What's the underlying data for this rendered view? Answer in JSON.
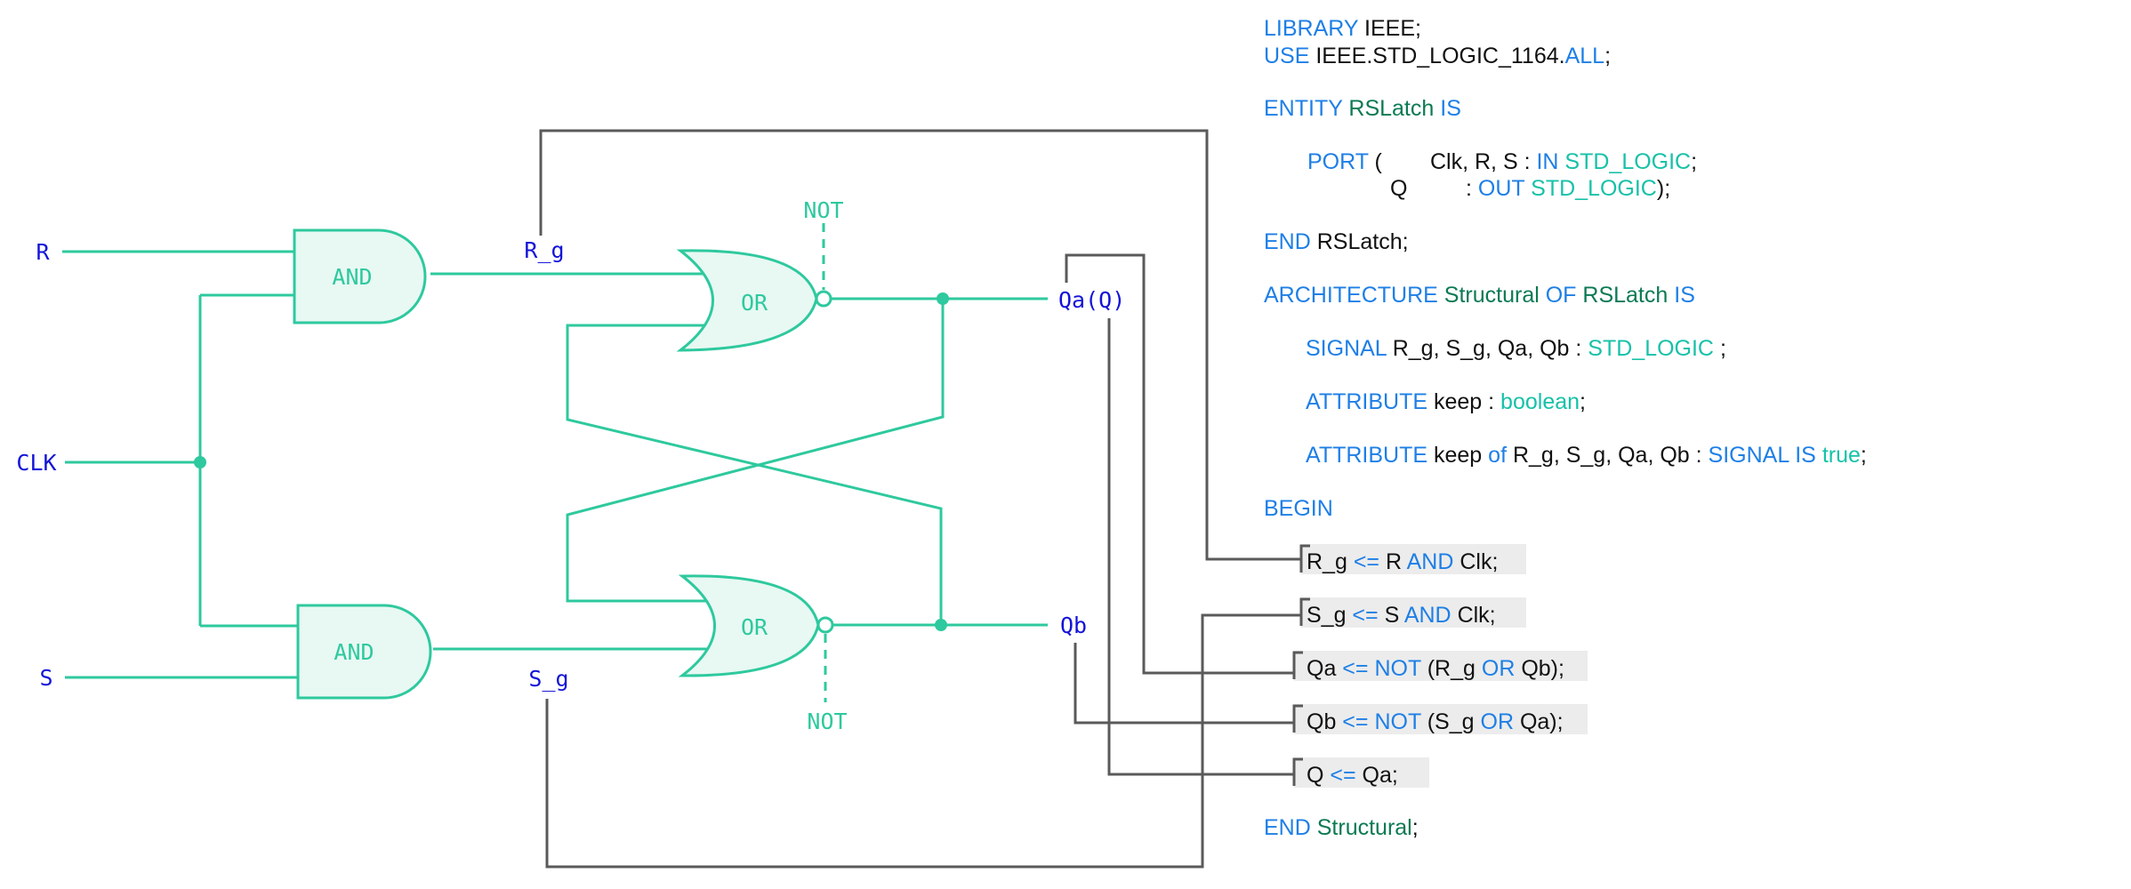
{
  "diagram": {
    "inputs": {
      "r": "R",
      "clk": "CLK",
      "s": "S"
    },
    "signals": {
      "r_g": "R_g",
      "s_g": "S_g",
      "qa": "Qa(Q)",
      "qb": "Qb"
    },
    "gates": {
      "and_top": "AND",
      "and_bottom": "AND",
      "or_top": "OR",
      "or_bottom": "OR",
      "not_top": "NOT",
      "not_bottom": "NOT"
    }
  },
  "code": {
    "l1": {
      "kw": "LIBRARY",
      "rest": " IEEE;"
    },
    "l2": {
      "kw": "USE",
      "mid": " IEEE.STD_LOGIC_1164.",
      "kw2": "ALL",
      "end": ";"
    },
    "l3": {
      "kw": "ENTITY",
      "name": " RSLatch",
      "kw2": " IS"
    },
    "l4": {
      "kw": "PORT",
      "paren": "  (",
      "sig": "Clk, R, S :",
      "dir": " IN",
      "type": "  STD_LOGIC",
      "end": ";"
    },
    "l5": {
      "sig": "Q",
      "colon": ":",
      "dir": " OUT",
      "type": " STD_LOGIC",
      "end": ");"
    },
    "l6": {
      "kw": "END",
      "rest": " RSLatch;"
    },
    "l7": {
      "kw": "ARCHITECTURE",
      "name": " Structural",
      "kw2": " OF",
      "name2": " RSLatch",
      "kw3": " IS"
    },
    "l8": {
      "kw": "SIGNAL",
      "rest": " R_g, S_g, Qa, Qb :",
      "type": " STD_LOGIC",
      "end": " ;"
    },
    "l9": {
      "kw": "ATTRIBUTE",
      "rest": " keep :",
      "type": " boolean",
      "end": ";"
    },
    "l10": {
      "kw": "ATTRIBUTE",
      "rest": " keep",
      "kw2": " of",
      "rest2": " R_g, S_g, Qa, Qb :",
      "kw3": " SIGNAL IS",
      "type": " true",
      "end": ";"
    },
    "l11": {
      "kw": "BEGIN"
    },
    "a1": {
      "lhs": "R_g",
      "op": " <=",
      "r1": " R",
      "k1": " AND",
      "r2": " Clk;"
    },
    "a2": {
      "lhs": "S_g",
      "op": " <=",
      "r1": " S",
      "k1": " AND",
      "r2": " Clk;"
    },
    "a3": {
      "lhs": "Qa",
      "op": "  <=",
      "k1": " NOT",
      "r1": " (R_g",
      "k2": " OR",
      "r2": " Qb);"
    },
    "a4": {
      "lhs": "Qb",
      "op": "  <=",
      "k1": " NOT",
      "r1": " (S_g",
      "k2": " OR",
      "r2": " Qa);"
    },
    "a5": {
      "lhs": "Q",
      "op": "   <=",
      "r1": " Qa;"
    },
    "l12": {
      "kw": "END",
      "name": " Structural",
      "end": ";"
    }
  }
}
